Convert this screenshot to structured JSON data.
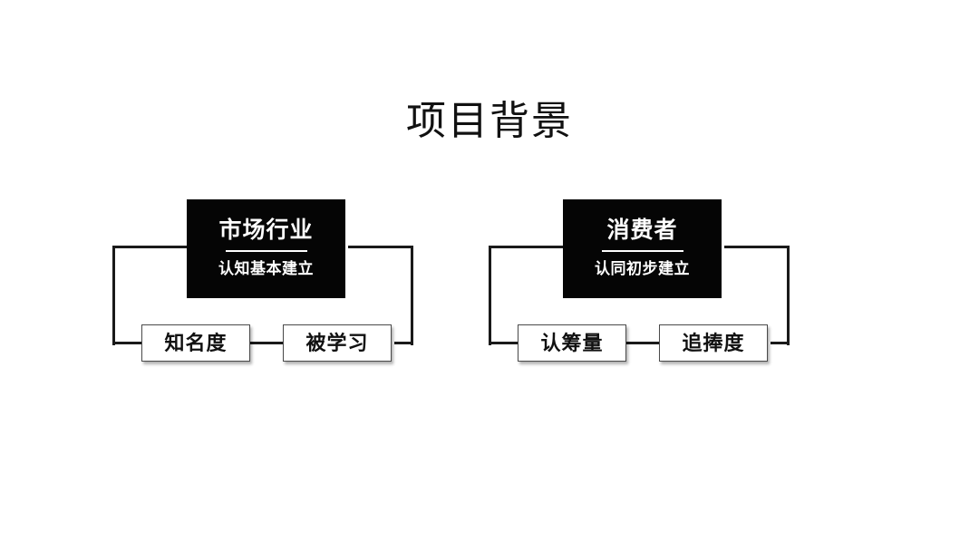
{
  "slide": {
    "title": "项目背景",
    "background_color": "#ffffff",
    "text_color": "#111111",
    "accent_color": "#050505"
  },
  "groups": [
    {
      "id": "market-industry",
      "header": {
        "title": "市场行业",
        "subtitle": "认知基本建立"
      },
      "chips": [
        {
          "label": "知名度"
        },
        {
          "label": "被学习"
        }
      ]
    },
    {
      "id": "consumer",
      "header": {
        "title": "消费者",
        "subtitle": "认同初步建立"
      },
      "chips": [
        {
          "label": "认筹量"
        },
        {
          "label": "追捧度"
        }
      ]
    }
  ]
}
